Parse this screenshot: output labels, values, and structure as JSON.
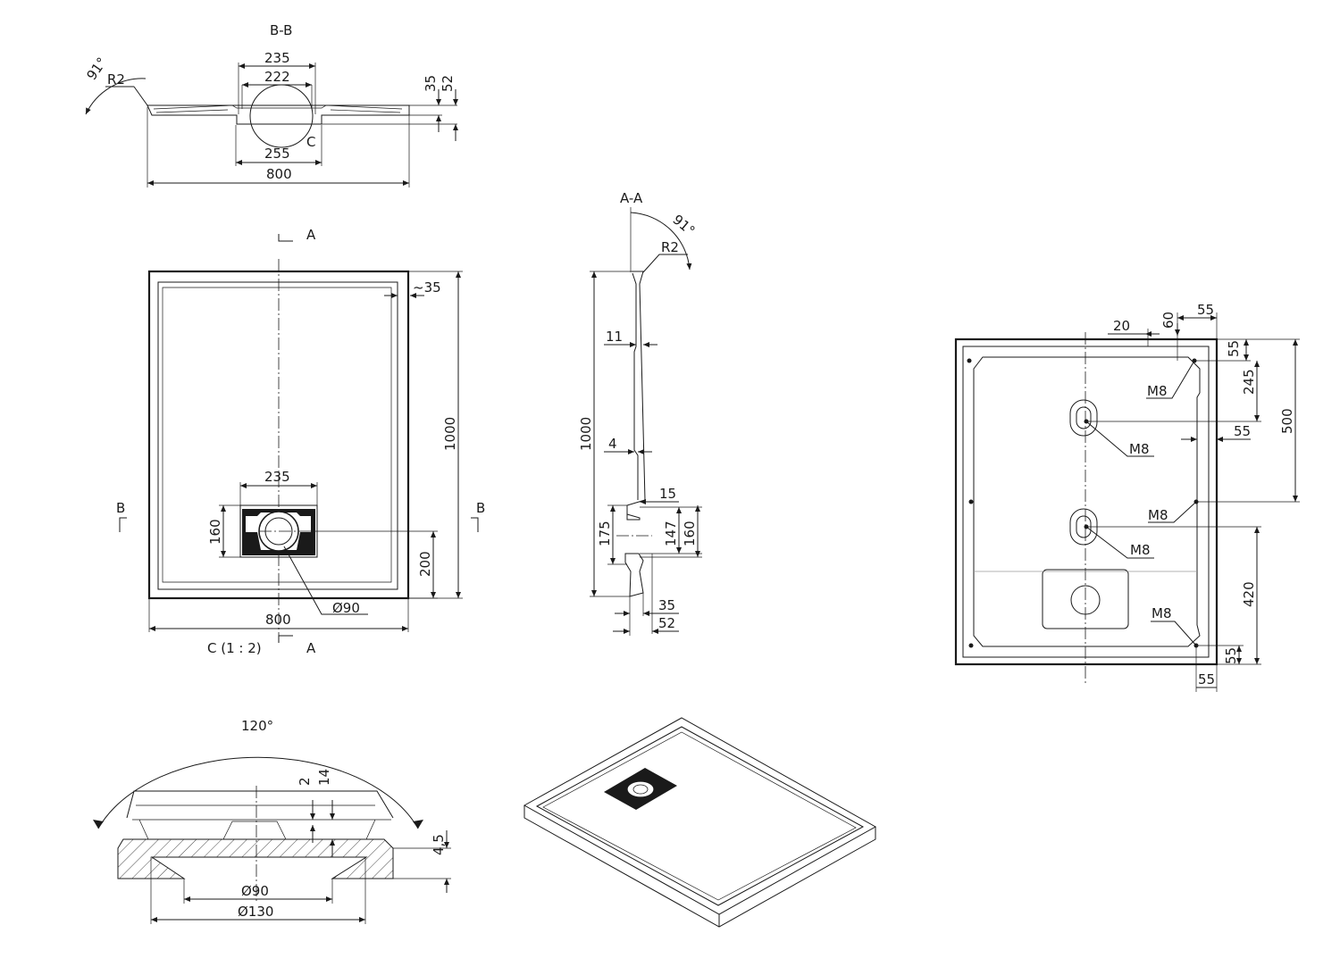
{
  "section_bb": {
    "title": "B-B",
    "angle": "91°",
    "radius": "R2",
    "dims": {
      "w235": "235",
      "w222": "222",
      "w255": "255",
      "w800": "800",
      "h35": "35",
      "h52": "52"
    },
    "detail": "C"
  },
  "top_view": {
    "cut_a_top": "A",
    "cut_a_bottom": "A",
    "cut_b_left": "B",
    "cut_b_right": "B",
    "dims": {
      "rim": "~35",
      "height": "1000",
      "drain_w": "235",
      "drain_h": "160",
      "drain_off": "200",
      "width": "800",
      "drain_dia": "Ø90"
    },
    "detail_label": "C  (1 : 2)"
  },
  "section_aa": {
    "title": "A-A",
    "angle": "91°",
    "radius": "R2",
    "dims": {
      "d11": "11",
      "d1000": "1000",
      "d4": "4",
      "d15": "15",
      "d175": "175",
      "d147": "147",
      "d160": "160",
      "d35": "35",
      "d52": "52"
    }
  },
  "bottom_view": {
    "dims": {
      "d20": "20",
      "d60": "60",
      "d55a": "55",
      "d55b": "55",
      "d245": "245",
      "d500": "500",
      "d55c": "55",
      "d420": "420",
      "d55d": "55",
      "d55e": "55"
    },
    "threads": [
      "M8",
      "M8",
      "M8",
      "M8",
      "M8"
    ]
  },
  "detail_c": {
    "angle": "120°",
    "dims": {
      "d2": "2",
      "d14": "14",
      "d45": "4,5",
      "dia90": "Ø90",
      "dia130": "Ø130"
    }
  }
}
